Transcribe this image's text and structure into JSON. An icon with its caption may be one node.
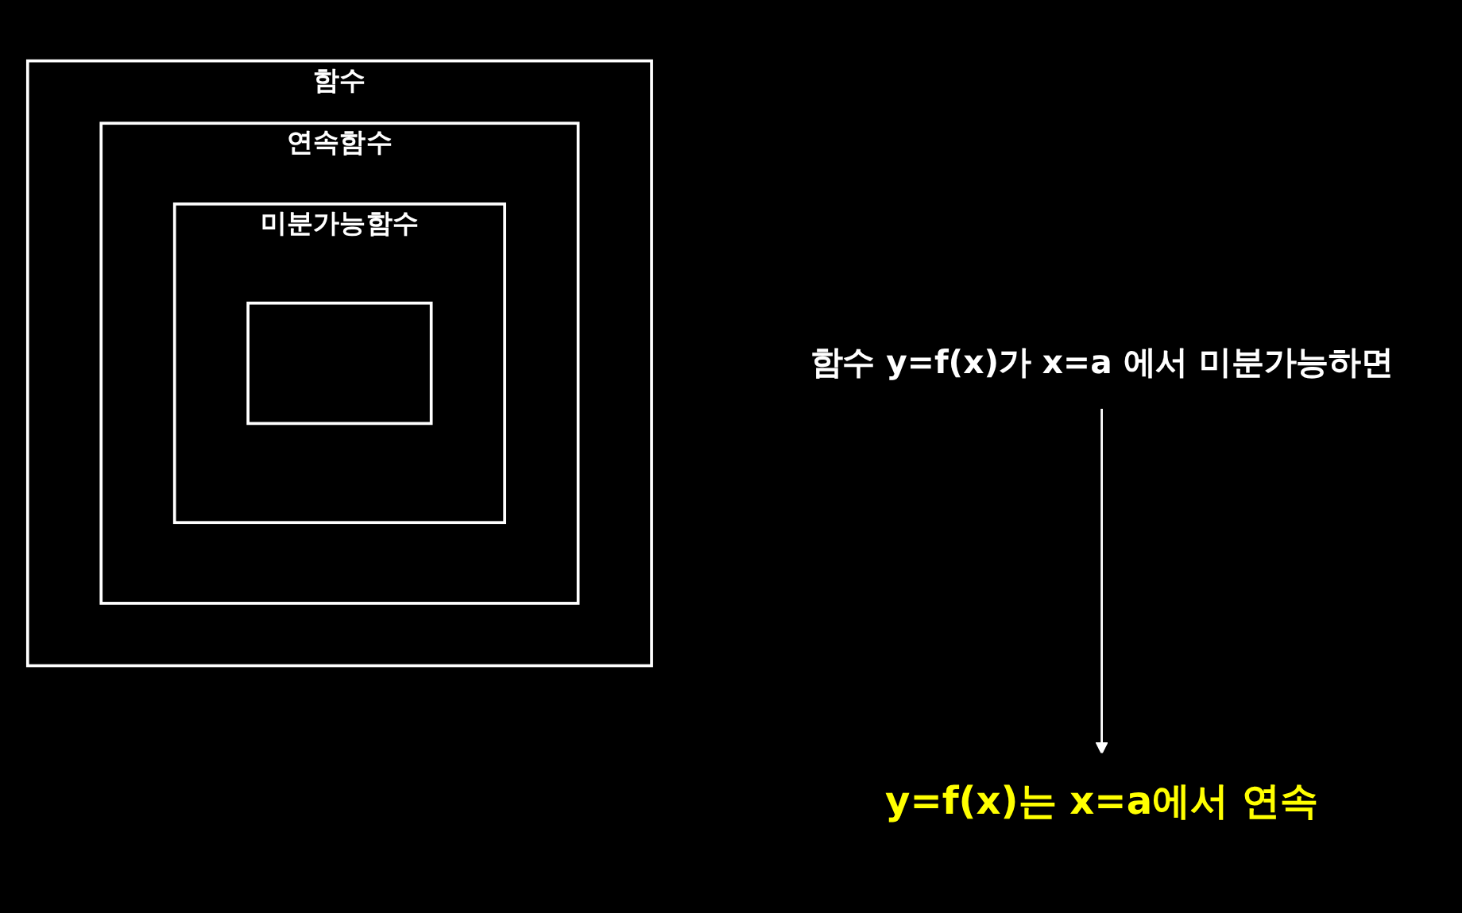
{
  "diagram": {
    "nodes": [
      {
        "text": [
          "함수 y=f(x)가 x=a 에서 미분가능하면"
        ]
      },
      {
        "text": [
          "y=f(x)는 x=a에서 연속"
        ]
      },
      {
        "text": [
          "함수"
        ]
      },
      {
        "text": [
          "연속함수"
        ],
        "in": 2
      },
      {
        "text": [
          "미분가능함수"
        ],
        "in": 3
      },
      {
        "text": [],
        "shape": "box",
        "in": 4
      }
    ],
    "edges": [
      {
        "from": 0,
        "to": 1,
        "arrow": "to"
      }
    ]
  }
}
